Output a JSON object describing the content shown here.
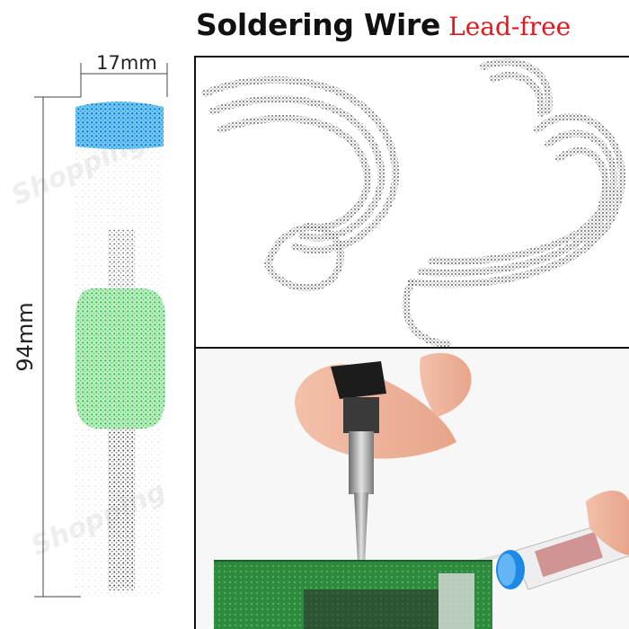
{
  "title": {
    "main": "Soldering Wire",
    "sub": "Lead-free"
  },
  "dimensions": {
    "width": "17mm",
    "height": "94mm"
  },
  "watermark": "Shopping",
  "colors": {
    "title": "#111111",
    "accent": "#e0191f",
    "tube_cap": "#1e88e5",
    "tube_label": "#43c84b",
    "pcb": "#2e8b3e",
    "iron_tip": "#9a9a9a"
  },
  "icons": [
    "solder-tube-image",
    "solder-coil-image",
    "soldering-iron-image"
  ]
}
